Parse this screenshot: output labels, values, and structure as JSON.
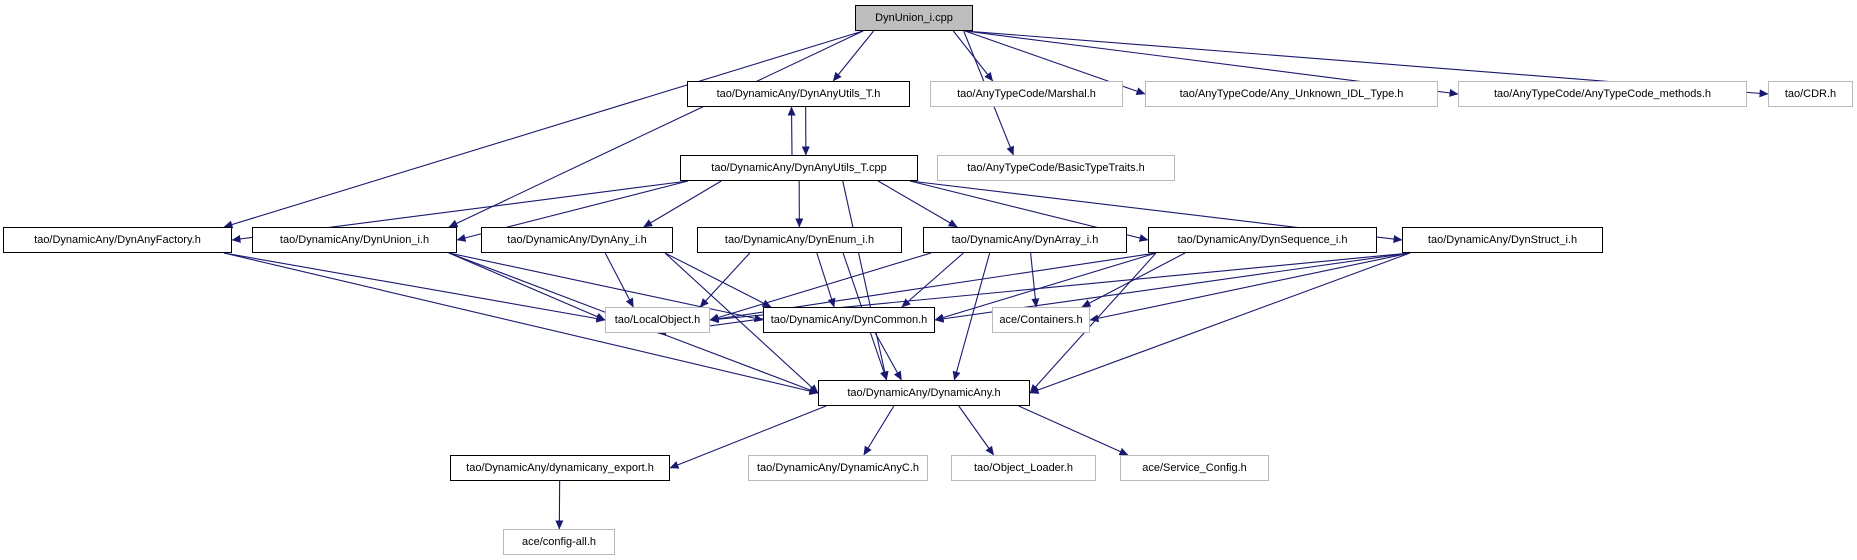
{
  "diagram": {
    "type": "include-dependency-graph",
    "edge_color": "#191970",
    "root_fill": "#bebebe",
    "linked_border_color": "#000000",
    "plain_border_color": "#b9b9b9",
    "nodes": [
      {
        "id": "dynunion_cpp",
        "label": "DynUnion_i.cpp",
        "linked": true,
        "root": true
      },
      {
        "id": "dynanyutils_h",
        "label": "tao/DynamicAny/DynAnyUtils_T.h",
        "linked": true,
        "root": false
      },
      {
        "id": "marshal",
        "label": "tao/AnyTypeCode/Marshal.h",
        "linked": false,
        "root": false
      },
      {
        "id": "any_unknown",
        "label": "tao/AnyTypeCode/Any_Unknown_IDL_Type.h",
        "linked": false,
        "root": false
      },
      {
        "id": "atc_methods",
        "label": "tao/AnyTypeCode/AnyTypeCode_methods.h",
        "linked": false,
        "root": false
      },
      {
        "id": "cdr",
        "label": "tao/CDR.h",
        "linked": false,
        "root": false
      },
      {
        "id": "dynanyutils_cpp",
        "label": "tao/DynamicAny/DynAnyUtils_T.cpp",
        "linked": true,
        "root": false
      },
      {
        "id": "basictypetraits",
        "label": "tao/AnyTypeCode/BasicTypeTraits.h",
        "linked": false,
        "root": false
      },
      {
        "id": "dynanyfactory",
        "label": "tao/DynamicAny/DynAnyFactory.h",
        "linked": true,
        "root": false
      },
      {
        "id": "dynunion_h",
        "label": "tao/DynamicAny/DynUnion_i.h",
        "linked": true,
        "root": false
      },
      {
        "id": "dynany_i",
        "label": "tao/DynamicAny/DynAny_i.h",
        "linked": true,
        "root": false
      },
      {
        "id": "dynenum_i",
        "label": "tao/DynamicAny/DynEnum_i.h",
        "linked": true,
        "root": false
      },
      {
        "id": "dynarray_i",
        "label": "tao/DynamicAny/DynArray_i.h",
        "linked": true,
        "root": false
      },
      {
        "id": "dynsequence_i",
        "label": "tao/DynamicAny/DynSequence_i.h",
        "linked": true,
        "root": false
      },
      {
        "id": "dynstruct_i",
        "label": "tao/DynamicAny/DynStruct_i.h",
        "linked": true,
        "root": false
      },
      {
        "id": "localobject",
        "label": "tao/LocalObject.h",
        "linked": false,
        "root": false
      },
      {
        "id": "dyncommon",
        "label": "tao/DynamicAny/DynCommon.h",
        "linked": true,
        "root": false
      },
      {
        "id": "containers",
        "label": "ace/Containers.h",
        "linked": false,
        "root": false
      },
      {
        "id": "dynamicany_h",
        "label": "tao/DynamicAny/DynamicAny.h",
        "linked": true,
        "root": false
      },
      {
        "id": "export_h",
        "label": "tao/DynamicAny/dynamicany_export.h",
        "linked": true,
        "root": false
      },
      {
        "id": "dynamicanyc",
        "label": "tao/DynamicAny/DynamicAnyC.h",
        "linked": false,
        "root": false
      },
      {
        "id": "object_loader",
        "label": "tao/Object_Loader.h",
        "linked": false,
        "root": false
      },
      {
        "id": "service_config",
        "label": "ace/Service_Config.h",
        "linked": false,
        "root": false
      },
      {
        "id": "config_all",
        "label": "ace/config-all.h",
        "linked": false,
        "root": false
      }
    ],
    "edges": [
      {
        "from": "dynunion_cpp",
        "to": "dynanyutils_h"
      },
      {
        "from": "dynunion_cpp",
        "to": "marshal"
      },
      {
        "from": "dynunion_cpp",
        "to": "any_unknown"
      },
      {
        "from": "dynunion_cpp",
        "to": "atc_methods"
      },
      {
        "from": "dynunion_cpp",
        "to": "cdr"
      },
      {
        "from": "dynunion_cpp",
        "to": "basictypetraits"
      },
      {
        "from": "dynunion_cpp",
        "to": "dynanyfactory"
      },
      {
        "from": "dynunion_cpp",
        "to": "dynunion_h"
      },
      {
        "from": "dynanyutils_h",
        "to": "dynanyutils_cpp"
      },
      {
        "from": "dynanyutils_cpp",
        "to": "dynanyutils_h"
      },
      {
        "from": "dynanyutils_cpp",
        "to": "dynanyfactory"
      },
      {
        "from": "dynanyutils_cpp",
        "to": "dynunion_h"
      },
      {
        "from": "dynanyutils_cpp",
        "to": "dynany_i"
      },
      {
        "from": "dynanyutils_cpp",
        "to": "dynenum_i"
      },
      {
        "from": "dynanyutils_cpp",
        "to": "dynarray_i"
      },
      {
        "from": "dynanyutils_cpp",
        "to": "dynsequence_i"
      },
      {
        "from": "dynanyutils_cpp",
        "to": "dynstruct_i"
      },
      {
        "from": "dynanyutils_cpp",
        "to": "dynamicany_h"
      },
      {
        "from": "dynanyfactory",
        "to": "localobject"
      },
      {
        "from": "dynanyfactory",
        "to": "dynamicany_h"
      },
      {
        "from": "dynunion_h",
        "to": "localobject"
      },
      {
        "from": "dynunion_h",
        "to": "dyncommon"
      },
      {
        "from": "dynunion_h",
        "to": "dynamicany_h"
      },
      {
        "from": "dynany_i",
        "to": "localobject"
      },
      {
        "from": "dynany_i",
        "to": "dyncommon"
      },
      {
        "from": "dynany_i",
        "to": "dynamicany_h"
      },
      {
        "from": "dynenum_i",
        "to": "localobject"
      },
      {
        "from": "dynenum_i",
        "to": "dyncommon"
      },
      {
        "from": "dynenum_i",
        "to": "dynamicany_h"
      },
      {
        "from": "dynarray_i",
        "to": "localobject"
      },
      {
        "from": "dynarray_i",
        "to": "dyncommon"
      },
      {
        "from": "dynarray_i",
        "to": "containers"
      },
      {
        "from": "dynarray_i",
        "to": "dynamicany_h"
      },
      {
        "from": "dynsequence_i",
        "to": "localobject"
      },
      {
        "from": "dynsequence_i",
        "to": "dyncommon"
      },
      {
        "from": "dynsequence_i",
        "to": "containers"
      },
      {
        "from": "dynsequence_i",
        "to": "dynamicany_h"
      },
      {
        "from": "dynstruct_i",
        "to": "localobject"
      },
      {
        "from": "dynstruct_i",
        "to": "dyncommon"
      },
      {
        "from": "dynstruct_i",
        "to": "containers"
      },
      {
        "from": "dynstruct_i",
        "to": "dynamicany_h"
      },
      {
        "from": "dyncommon",
        "to": "localobject"
      },
      {
        "from": "dyncommon",
        "to": "dynamicany_h"
      },
      {
        "from": "dynamicany_h",
        "to": "export_h"
      },
      {
        "from": "dynamicany_h",
        "to": "dynamicanyc"
      },
      {
        "from": "dynamicany_h",
        "to": "object_loader"
      },
      {
        "from": "dynamicany_h",
        "to": "service_config"
      },
      {
        "from": "export_h",
        "to": "config_all"
      }
    ]
  }
}
